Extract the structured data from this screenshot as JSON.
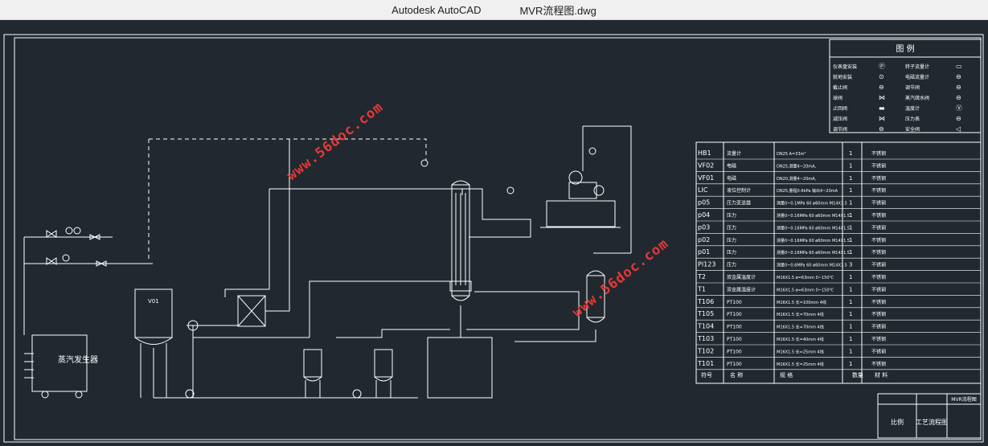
{
  "window": {
    "app_name": "Autodesk AutoCAD",
    "file_name": "MVR流程图.dwg"
  },
  "colors": {
    "canvas": "#212830",
    "line": "#ffffff",
    "watermark": "#e53935"
  },
  "drawing": {
    "steam_generator_label": "蒸汽发生器",
    "vessel_label": "V01",
    "watermark": "www.56doc.com"
  },
  "legend": {
    "title": "图 例",
    "rows": [
      [
        "仪表盘安装",
        "Ⓟ",
        "转子流量计",
        "▭"
      ],
      [
        "就地安装",
        "⊙",
        "电磁流量计",
        "⊖"
      ],
      [
        "截止阀",
        "⊖",
        "调节阀",
        "⊖"
      ],
      [
        "球阀",
        "⋈",
        "蒸汽疏水阀",
        "⊖"
      ],
      [
        "止回阀",
        "▬",
        "温度计",
        "Ⓥ"
      ],
      [
        "减压阀",
        "⋈",
        "压力表",
        "⊖"
      ],
      [
        "调节阀",
        "⊖",
        "安全阀",
        "◁"
      ]
    ]
  },
  "equipment_table": {
    "rows": [
      {
        "tag": "HB1",
        "name": "流量计",
        "spec": "DN25 A=33m³",
        "qty": "1",
        "mat": "不锈钢"
      },
      {
        "tag": "VF02",
        "name": "电磁",
        "spec": "DN25,测量4~20mA,",
        "qty": "1",
        "mat": "不锈钢"
      },
      {
        "tag": "VF01",
        "name": "电磁",
        "spec": "DN20,测量4~20mA,",
        "qty": "1",
        "mat": "不锈钢"
      },
      {
        "tag": "LIC",
        "name": "液位控制计",
        "spec": "DN25,量程0-6kPa 输出4~20mA",
        "qty": "1",
        "mat": "不锈钢"
      },
      {
        "tag": "p05",
        "name": "压力变送器",
        "spec": "测量0~0.1MPa 60 ø60mm M14X1.5",
        "qty": "1",
        "mat": "不锈钢"
      },
      {
        "tag": "p04",
        "name": "压力",
        "spec": "测量0~0.16MPa 60 ø60mm M14X1.5",
        "qty": "1",
        "mat": "不锈钢"
      },
      {
        "tag": "p03",
        "name": "压力",
        "spec": "测量0~0.16MPa 60 ø60mm M14X1.5",
        "qty": "1",
        "mat": "不锈钢"
      },
      {
        "tag": "p02",
        "name": "压力",
        "spec": "测量0~0.16MPa 60 ø60mm M14X1.5",
        "qty": "1",
        "mat": "不锈钢"
      },
      {
        "tag": "p01",
        "name": "压力",
        "spec": "测量0~0.16MPa 60 ø60mm M14X1.5",
        "qty": "1",
        "mat": "不锈钢"
      },
      {
        "tag": "PI123",
        "name": "压力",
        "spec": "测量0~0.6MPa 60 ø60mm M14X1.5",
        "qty": "3",
        "mat": "不锈钢"
      },
      {
        "tag": "T2",
        "name": "双金属温度计",
        "spec": "M16X1.5 ø=63mm 0~150℃",
        "qty": "1",
        "mat": "不锈钢"
      },
      {
        "tag": "T1",
        "name": "双金属温度计",
        "spec": "M16X1.5 ø=63mm 0~150℃",
        "qty": "1",
        "mat": "不锈钢"
      },
      {
        "tag": "T106",
        "name": "PT100",
        "spec": "M16X1.5 长=100mm 4线",
        "qty": "1",
        "mat": "不锈钢"
      },
      {
        "tag": "T105",
        "name": "PT100",
        "spec": "M16X1.5 长=70mm 4线",
        "qty": "1",
        "mat": "不锈钢"
      },
      {
        "tag": "T104",
        "name": "PT100",
        "spec": "M16X1.5 长=70mm 4线",
        "qty": "1",
        "mat": "不锈钢"
      },
      {
        "tag": "T103",
        "name": "PT100",
        "spec": "M16X1.5 长=40mm 4线",
        "qty": "1",
        "mat": "不锈钢"
      },
      {
        "tag": "T102",
        "name": "PT100",
        "spec": "M16X1.5 长=25mm 4线",
        "qty": "1",
        "mat": "不锈钢"
      },
      {
        "tag": "T101",
        "name": "PT100",
        "spec": "M16X1.5 长=25mm 4线",
        "qty": "1",
        "mat": "不锈钢"
      }
    ],
    "header": {
      "seq": "符号",
      "name": "名 称",
      "spec": "规 格",
      "qty": "数量",
      "mat": "材 料"
    }
  },
  "title_block": {
    "drawing_title": "工艺流程图",
    "field1": "比例",
    "field2": "MVR流程图"
  }
}
